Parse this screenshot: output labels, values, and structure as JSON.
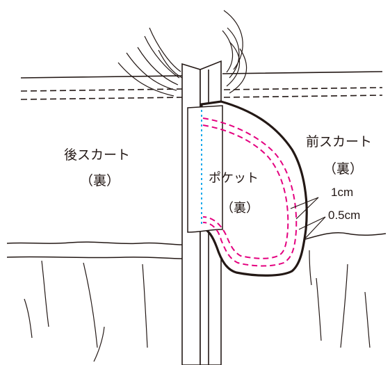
{
  "labels": {
    "back_skirt": "後スカート",
    "back_skirt_side": "（裏）",
    "front_skirt": "前スカート",
    "front_skirt_side": "（裏）",
    "pocket": "ポケット",
    "pocket_side": "（裏）"
  },
  "measurements": {
    "outer": "1cm",
    "inner": "0.5cm"
  },
  "colors": {
    "line": "#231815",
    "stitch": "#e4007f",
    "fold": "#00a0e9",
    "background": "#ffffff"
  }
}
